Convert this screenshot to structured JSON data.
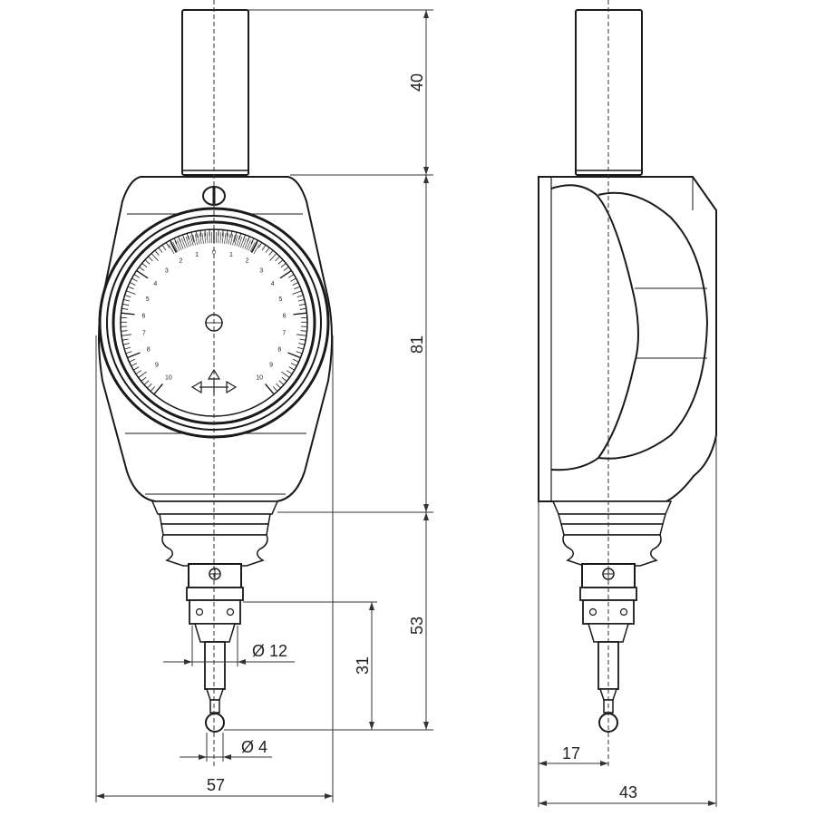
{
  "dimensions": {
    "shank_length": "40",
    "body_height": "81",
    "probe_length": "53",
    "stylus_length": "31",
    "shaft_diameter": "Ø 12",
    "ball_diameter": "Ø 4",
    "front_width": "57",
    "side_offset": "17",
    "side_width": "43"
  },
  "dial": {
    "scale_labels": [
      "0",
      "1",
      "2",
      "3",
      "4",
      "5",
      "6",
      "7",
      "8",
      "9",
      "10"
    ]
  },
  "colors": {
    "line": "#1a1a1a",
    "dim_line": "#333333",
    "fill": "#ffffff"
  }
}
